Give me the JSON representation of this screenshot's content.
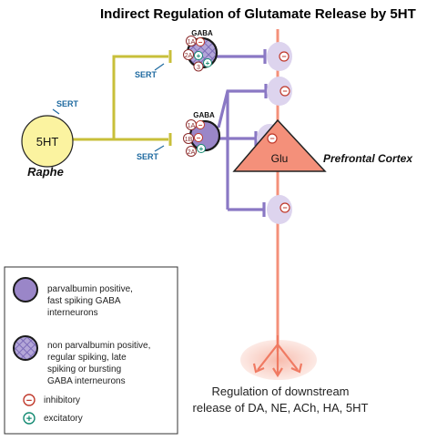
{
  "title": "Indirect Regulation of Glutamate Release by 5HT",
  "raphe": {
    "nucleus_label": "5HT",
    "region_label": "Raphe",
    "transporter_label": "SERT"
  },
  "upper_interneuron": {
    "type_label": "GABA",
    "transporter_label": "SERT",
    "receptors": [
      "1A",
      "2A",
      "3"
    ],
    "receptor_signs": [
      "−",
      "+",
      "+"
    ]
  },
  "lower_interneuron": {
    "type_label": "GABA",
    "transporter_label": "SERT",
    "receptors": [
      "1A",
      "1B",
      "2A"
    ],
    "receptor_signs": [
      "−",
      "−",
      "+"
    ]
  },
  "pyramidal": {
    "label": "Glu",
    "region_label": "Prefrontal Cortex"
  },
  "synapse_sign": "−",
  "downstream": {
    "line1": "Regulation of downstream",
    "line2": "release of DA, NE, ACh, HA, 5HT"
  },
  "legend": {
    "parvalbumin": [
      "parvalbumin positive,",
      "fast spiking GABA",
      "interneurons"
    ],
    "non_parvalbumin": [
      "non parvalbumin positive,",
      "regular spiking, late",
      "spiking or bursting",
      "GABA interneurons"
    ],
    "inhibitory_label": "inhibitory",
    "excitatory_label": "excitatory",
    "inhibitory_symbol": "−",
    "excitatory_symbol": "+"
  },
  "colors": {
    "raphe_fill": "#fbf3a0",
    "serotonin_line": "#c8bf3a",
    "sert_text": "#1e6aa0",
    "interneuron_fill": "#9a86c8",
    "interneuron_outline": "#1a1a1a",
    "interneuron_projection": "#8a78c4",
    "synapse_halo": "#ddd4ee",
    "axon": "#f4907a",
    "pyramidal_fill": "#f4907a",
    "inhibitory_sign": "#c0392b",
    "excitatory_sign": "#138a72",
    "receptor_ring": "#8b2a2a"
  }
}
